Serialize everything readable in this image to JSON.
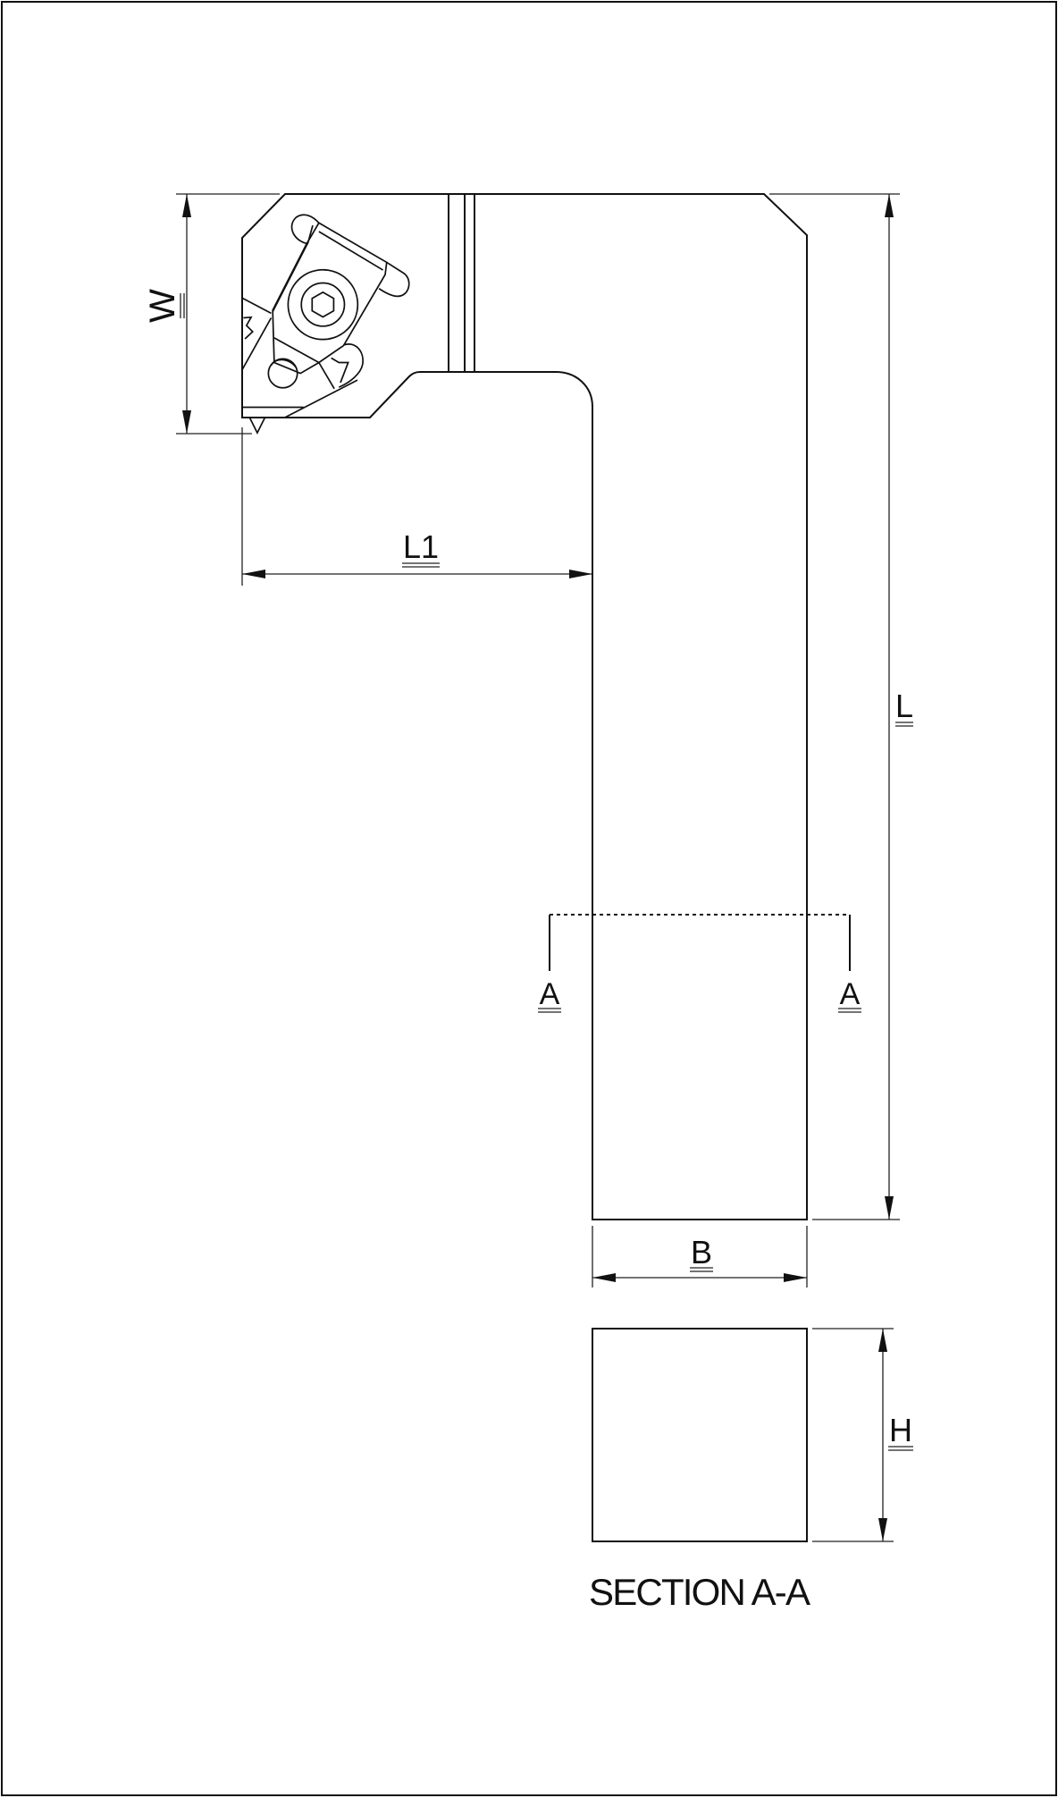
{
  "drawing": {
    "labels": {
      "w": "W",
      "l1": "L1",
      "l": "L",
      "section_left": "A",
      "section_right": "A",
      "b": "B",
      "h": "H"
    },
    "section_title": "SECTION A-A"
  }
}
